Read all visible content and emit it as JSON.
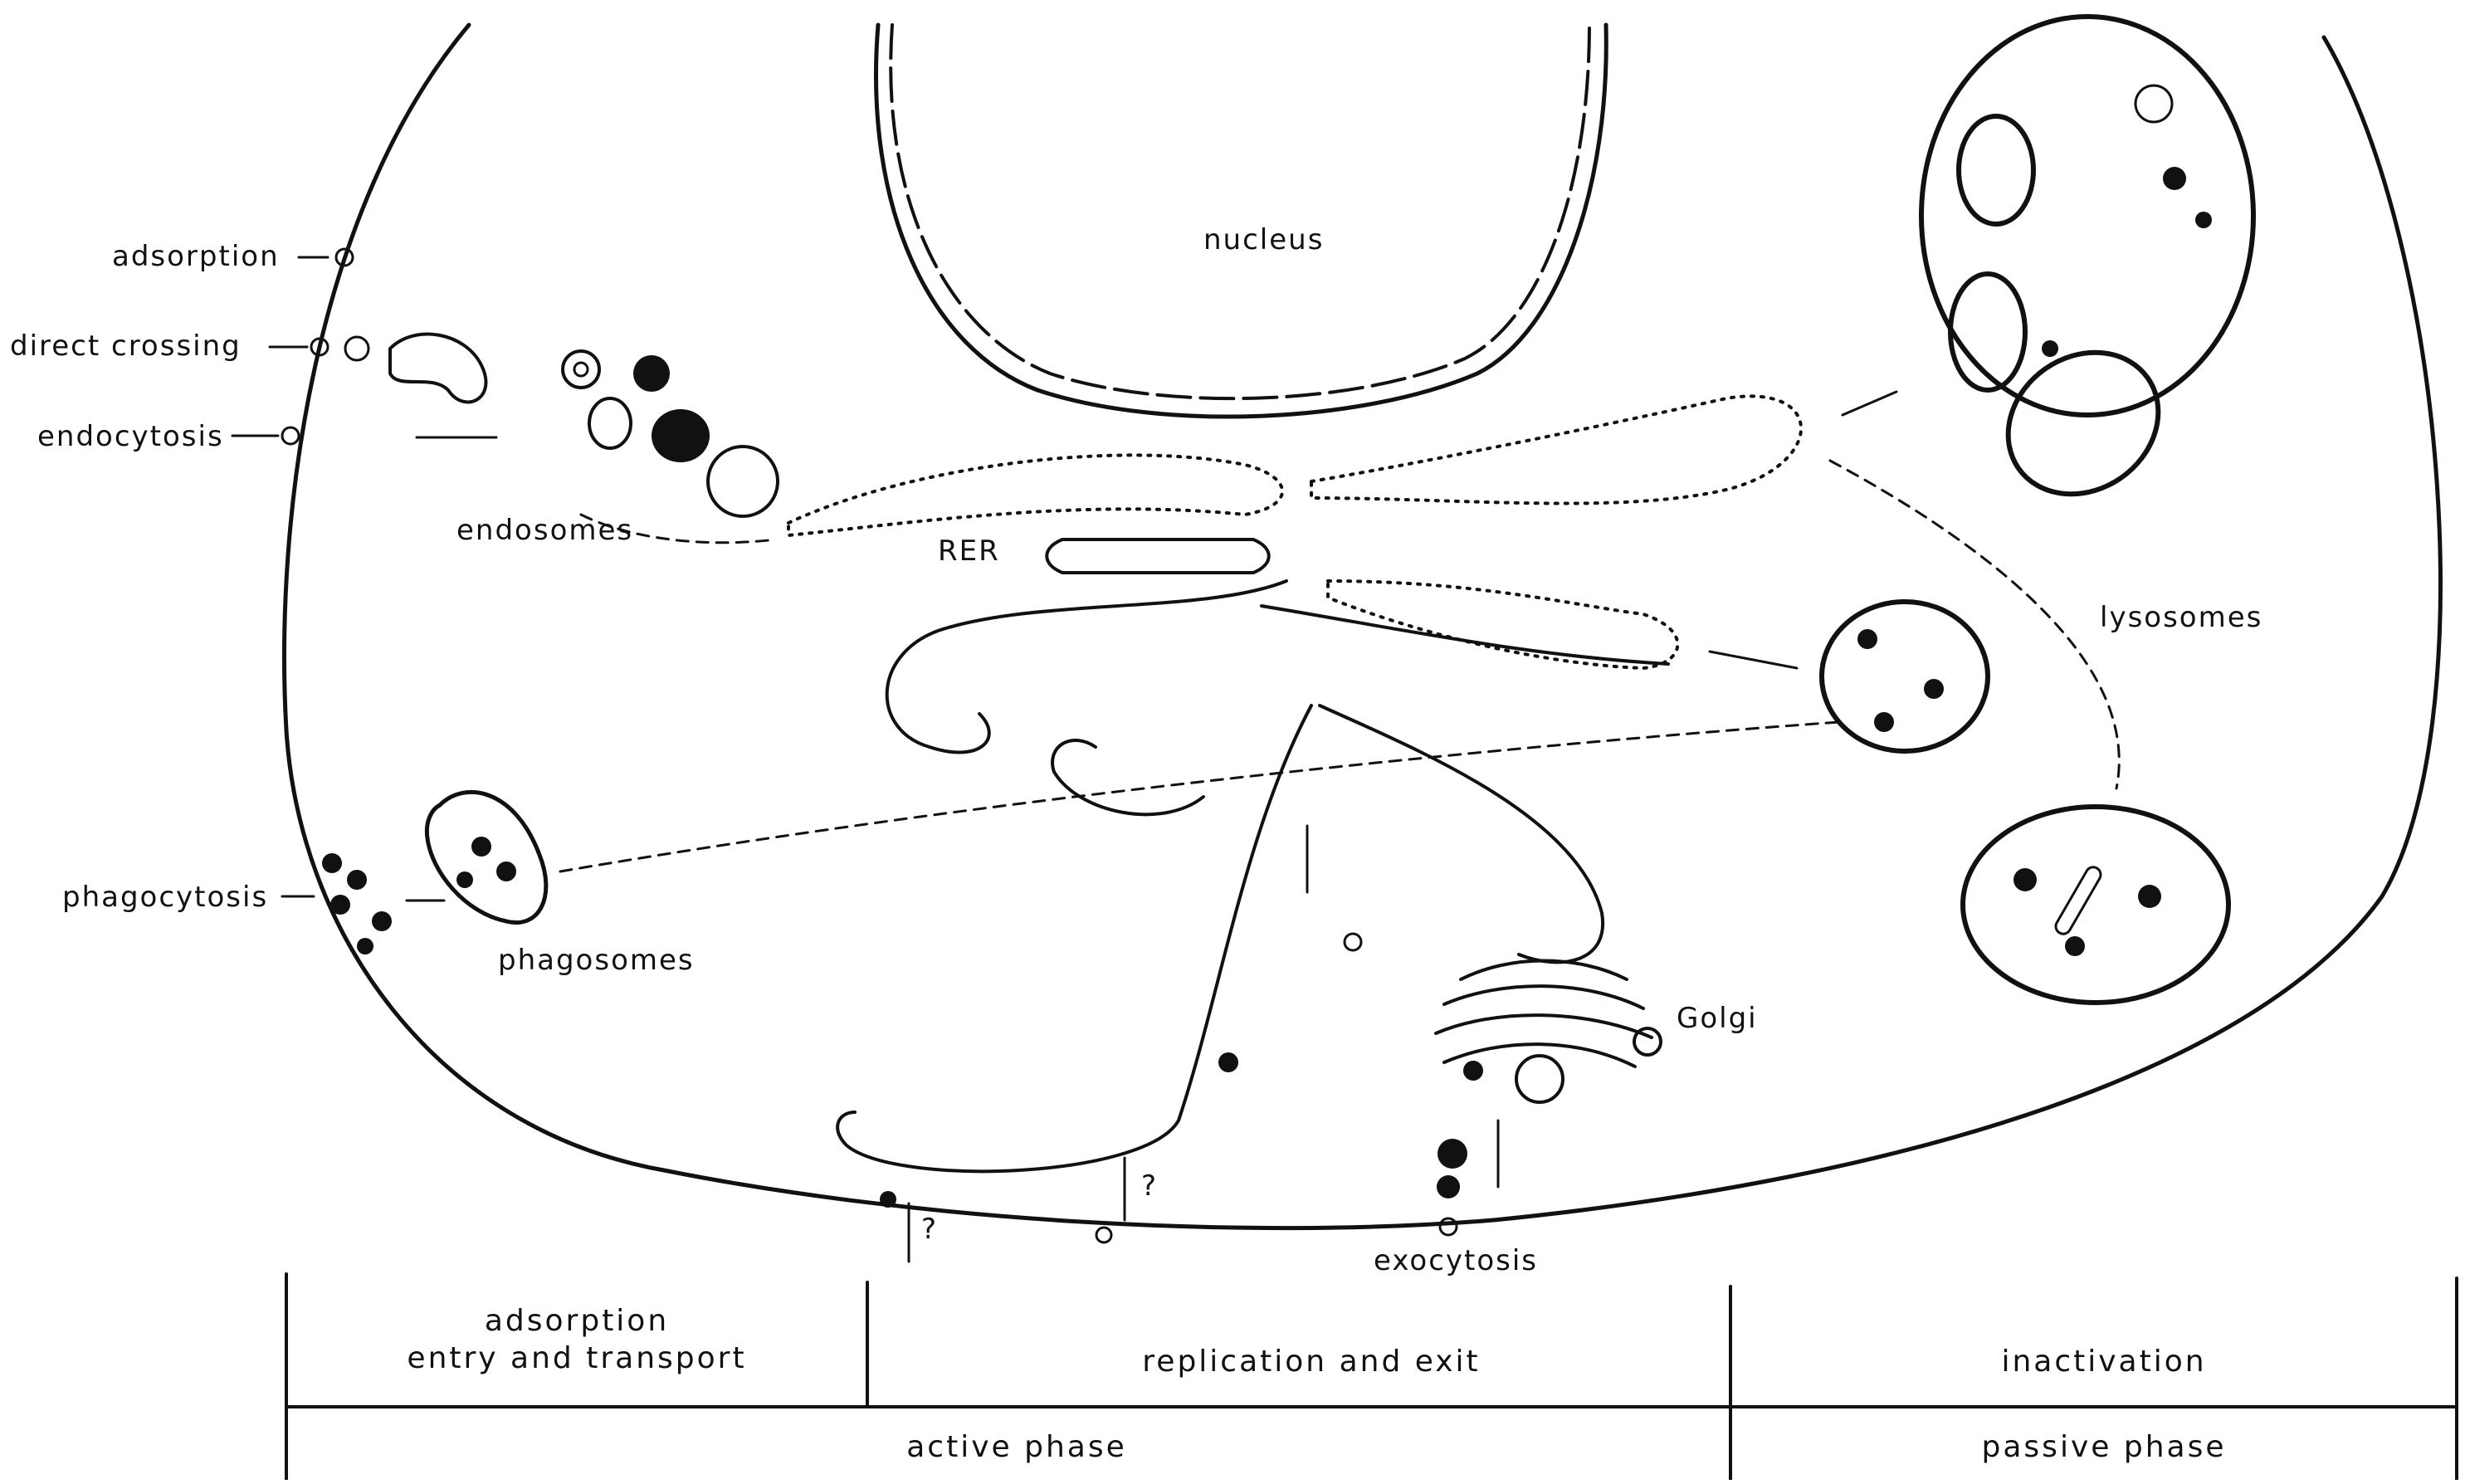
{
  "diagram": {
    "labels": {
      "adsorption": "adsorption",
      "direct_crossing": "direct crossing",
      "endocytosis": "endocytosis",
      "endosomes": "endosomes",
      "nucleus": "nucleus",
      "rer": "RER",
      "lysosomes": "lysosomes",
      "phagocytosis": "phagocytosis",
      "phagosomes": "phagosomes",
      "golgi": "Golgi",
      "exocytosis": "exocytosis",
      "question_mark": "?"
    },
    "table": {
      "col1_line1": "adsorption",
      "col1_line2": "entry and transport",
      "col2": "replication and exit",
      "col3": "inactivation",
      "row2_col1": "active phase",
      "row2_col2": "passive phase"
    }
  },
  "colors": {
    "ink": "#111111",
    "background": "#ffffff"
  }
}
